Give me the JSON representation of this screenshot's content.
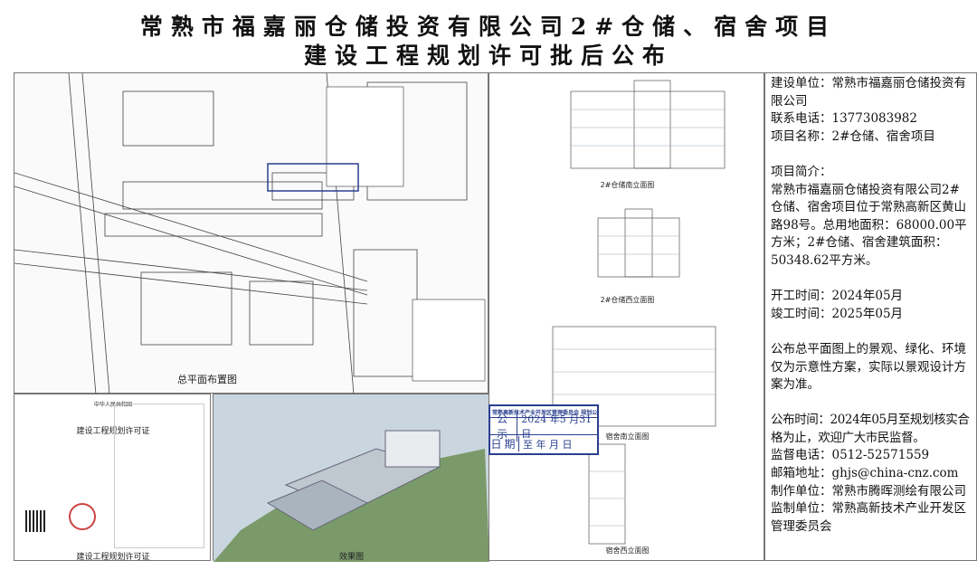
{
  "header": {
    "line1": "常熟市福嘉丽仓储投资有限公司2#仓储、宿舍项目",
    "line2": "建设工程规划许可批后公布"
  },
  "plan": {
    "caption": "总平面布置图"
  },
  "permit": {
    "country": "中华人民共和国",
    "title": "建设工程规划许可证",
    "caption": "建设工程规划许可证"
  },
  "render": {
    "caption": "效果图"
  },
  "elevations": [
    {
      "caption": "2#仓储南立面图"
    },
    {
      "caption": "2#仓储西立面图"
    },
    {
      "caption": "宿舍南立面图"
    },
    {
      "caption": "宿舍西立面图"
    }
  ],
  "stamp": {
    "header": "常熟高新技术产业开发区管理委员会 规划公布专用章",
    "row1_label": "公示",
    "row1_value": "2024 年5 月31日",
    "row2_label": "日期",
    "row2_value": "至    年   月  日"
  },
  "info": {
    "builder": "建设单位：常熟市福嘉丽仓储投资有限公司",
    "phone": "联系电话：13773083982",
    "project": "项目名称：2#仓储、宿舍项目",
    "intro_label": "项目简介：",
    "intro": "常熟市福嘉丽仓储投资有限公司2#仓储、宿舍项目位于常熟高新区黄山路98号。总用地面积：68000.00平方米；2#仓储、宿舍建筑面积：50348.62平方米。",
    "start": "开工时间：2024年05月",
    "end": "竣工时间：2025年05月",
    "note": "公布总平面图上的景观、绿化、环境仅为示意性方案，实际以景观设计方案为准。",
    "period": "公布时间：2024年05月至规划核实合格为止，欢迎广大市民监督。",
    "sup_phone": "监督电话：0512-52571559",
    "email": "邮箱地址：ghjs@china-cnz.com",
    "maker": "制作单位：常熟市腾晖测绘有限公司",
    "supervisor": "监制单位：常熟高新技术产业开发区管理委员会"
  }
}
